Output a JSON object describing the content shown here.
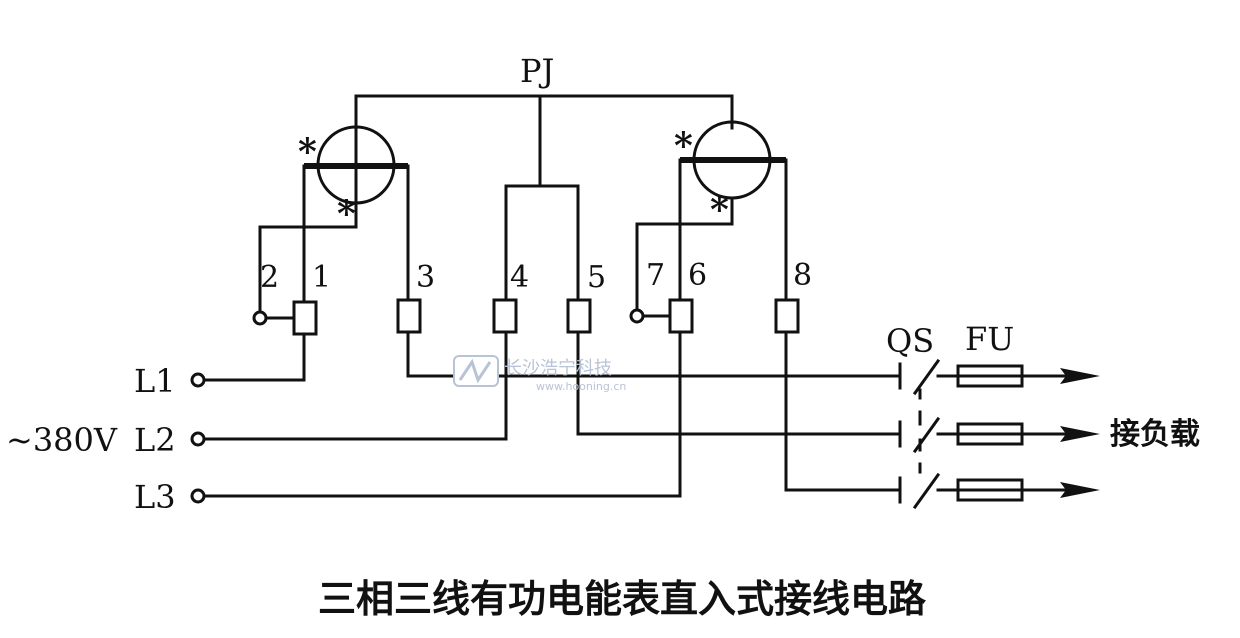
{
  "meter": {
    "label": "PJ",
    "star_mark": "*"
  },
  "terminals": [
    "1",
    "2",
    "3",
    "4",
    "5",
    "6",
    "7",
    "8"
  ],
  "lines": {
    "l1": "L1",
    "l2": "L2",
    "l3": "L3",
    "voltage": "~380V"
  },
  "switch": {
    "label": "QS"
  },
  "fuse": {
    "label": "FU"
  },
  "load": {
    "label": "接负载"
  },
  "watermark": {
    "name": "长沙浩宁科技",
    "url": "www.hooning.cn"
  },
  "caption": "三相三线有功电能表直入式接线电路"
}
